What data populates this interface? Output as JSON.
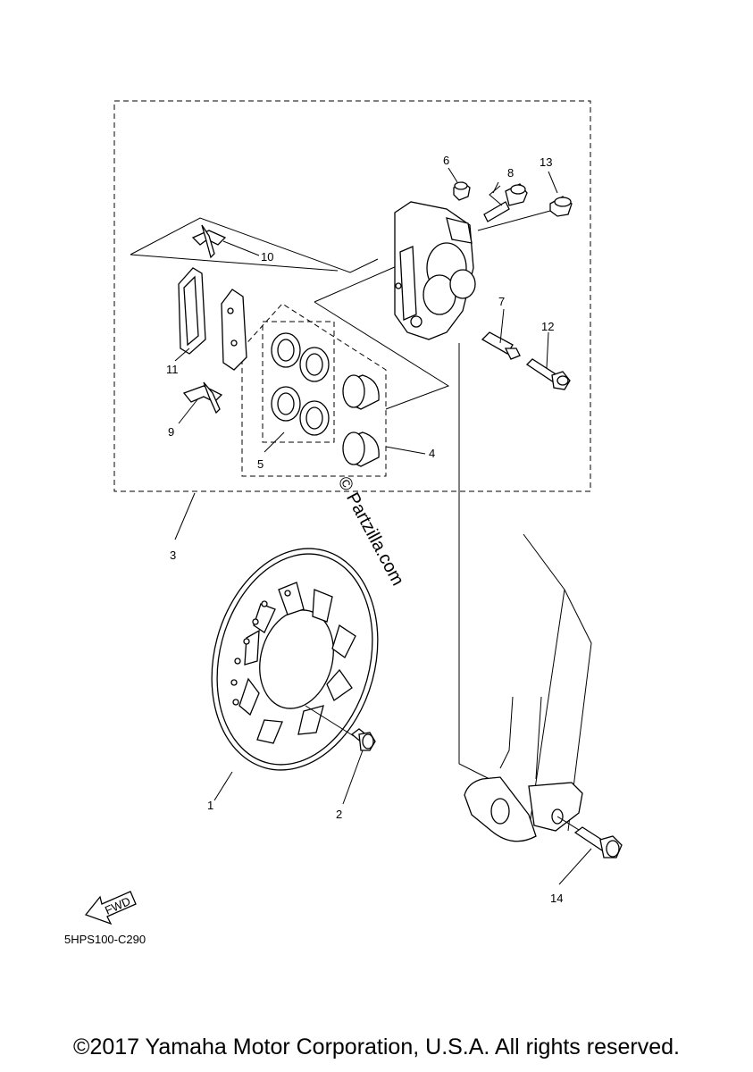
{
  "callouts": {
    "c1": "1",
    "c2": "2",
    "c3": "3",
    "c4": "4",
    "c5": "5",
    "c6": "6",
    "c7": "7",
    "c8": "8",
    "c9": "9",
    "c10": "10",
    "c11": "11",
    "c12": "12",
    "c13": "13",
    "c14": "14"
  },
  "fwd_label": "FWD",
  "diagram_code": "5HPS100-C290",
  "watermark": "© Partzilla.com",
  "copyright": "©2017 Yamaha Motor Corporation, U.S.A. All rights reserved."
}
